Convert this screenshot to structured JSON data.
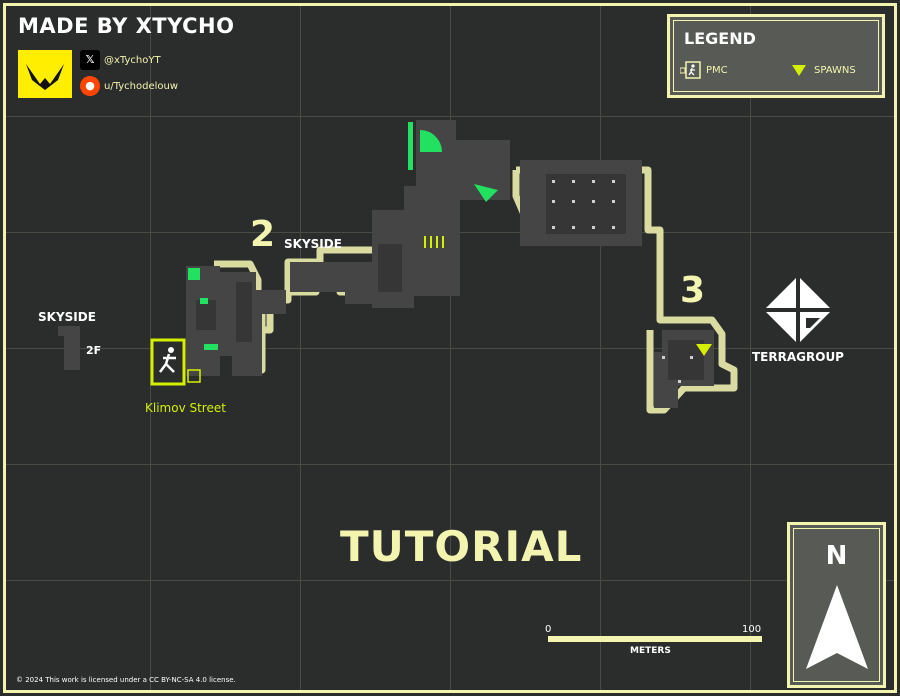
{
  "header": {
    "credit": "MADE BY XTYCHO",
    "twitter_handle": "@xTychoYT",
    "reddit_handle": "u/Tychodelouw",
    "logo_icon": "xtycho-logo-icon",
    "twitter_icon": "x-icon",
    "reddit_icon": "reddit-icon"
  },
  "legend": {
    "title": "LEGEND",
    "items": [
      {
        "label": "PMC",
        "icon": "exit-icon"
      },
      {
        "label": "SPAWNS",
        "icon": "spawn-triangle-icon"
      }
    ]
  },
  "map": {
    "title": "TUTORIAL",
    "areas": [
      {
        "number": "2",
        "name": "SKYSIDE"
      },
      {
        "number": "3",
        "name": ""
      }
    ],
    "skyside_floor": {
      "name": "SKYSIDE",
      "number": "1",
      "floor": "2F"
    },
    "exit_label": "Klimov Street",
    "terragroup_label": "TERRAGROUP"
  },
  "scale": {
    "start": "0",
    "end": "100",
    "unit": "METERS"
  },
  "compass": {
    "letter": "N"
  },
  "license": "© 2024 This work is licensed under a CC BY-NC-SA 4.0 license.",
  "colors": {
    "background": "#2b2c2c",
    "accent": "#f3f4b0",
    "highlight_green": "#22e060",
    "spawn_yellow": "#d4f000",
    "logo_yellow": "#ffee00",
    "building_dark": "#454545"
  }
}
